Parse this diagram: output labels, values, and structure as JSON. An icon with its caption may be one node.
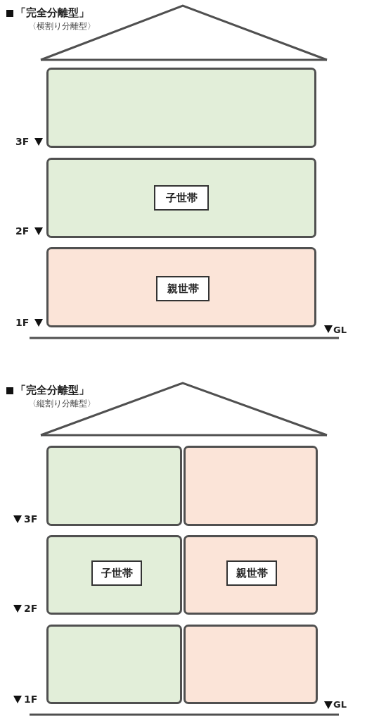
{
  "diagram": {
    "nodes": [
      {
        "text": [],
        "shape": "box"
      },
      {
        "text": [],
        "shape": "box"
      },
      {
        "text": [
          "子世帯"
        ],
        "in": 1
      },
      {
        "text": [],
        "shape": "box"
      },
      {
        "text": [
          "親世帯"
        ],
        "in": 3
      },
      {
        "text": [],
        "shape": "box"
      },
      {
        "text": [],
        "shape": "box"
      },
      {
        "text": [],
        "shape": "box"
      },
      {
        "text": [
          "子世帯"
        ],
        "in": 7
      },
      {
        "text": [],
        "shape": "box"
      },
      {
        "text": [
          "親世帯"
        ],
        "in": 9
      },
      {
        "text": [],
        "shape": "box"
      },
      {
        "text": [],
        "shape": "box"
      }
    ],
    "edges": [],
    "labels": [
      "「完全分離型」",
      "〈横割り分離型〉",
      "3F",
      "2F",
      "1F",
      "GL",
      "「完全分離型」",
      "〈縦割り分離型〉",
      "3F",
      "2F",
      "1F",
      "GL"
    ]
  }
}
